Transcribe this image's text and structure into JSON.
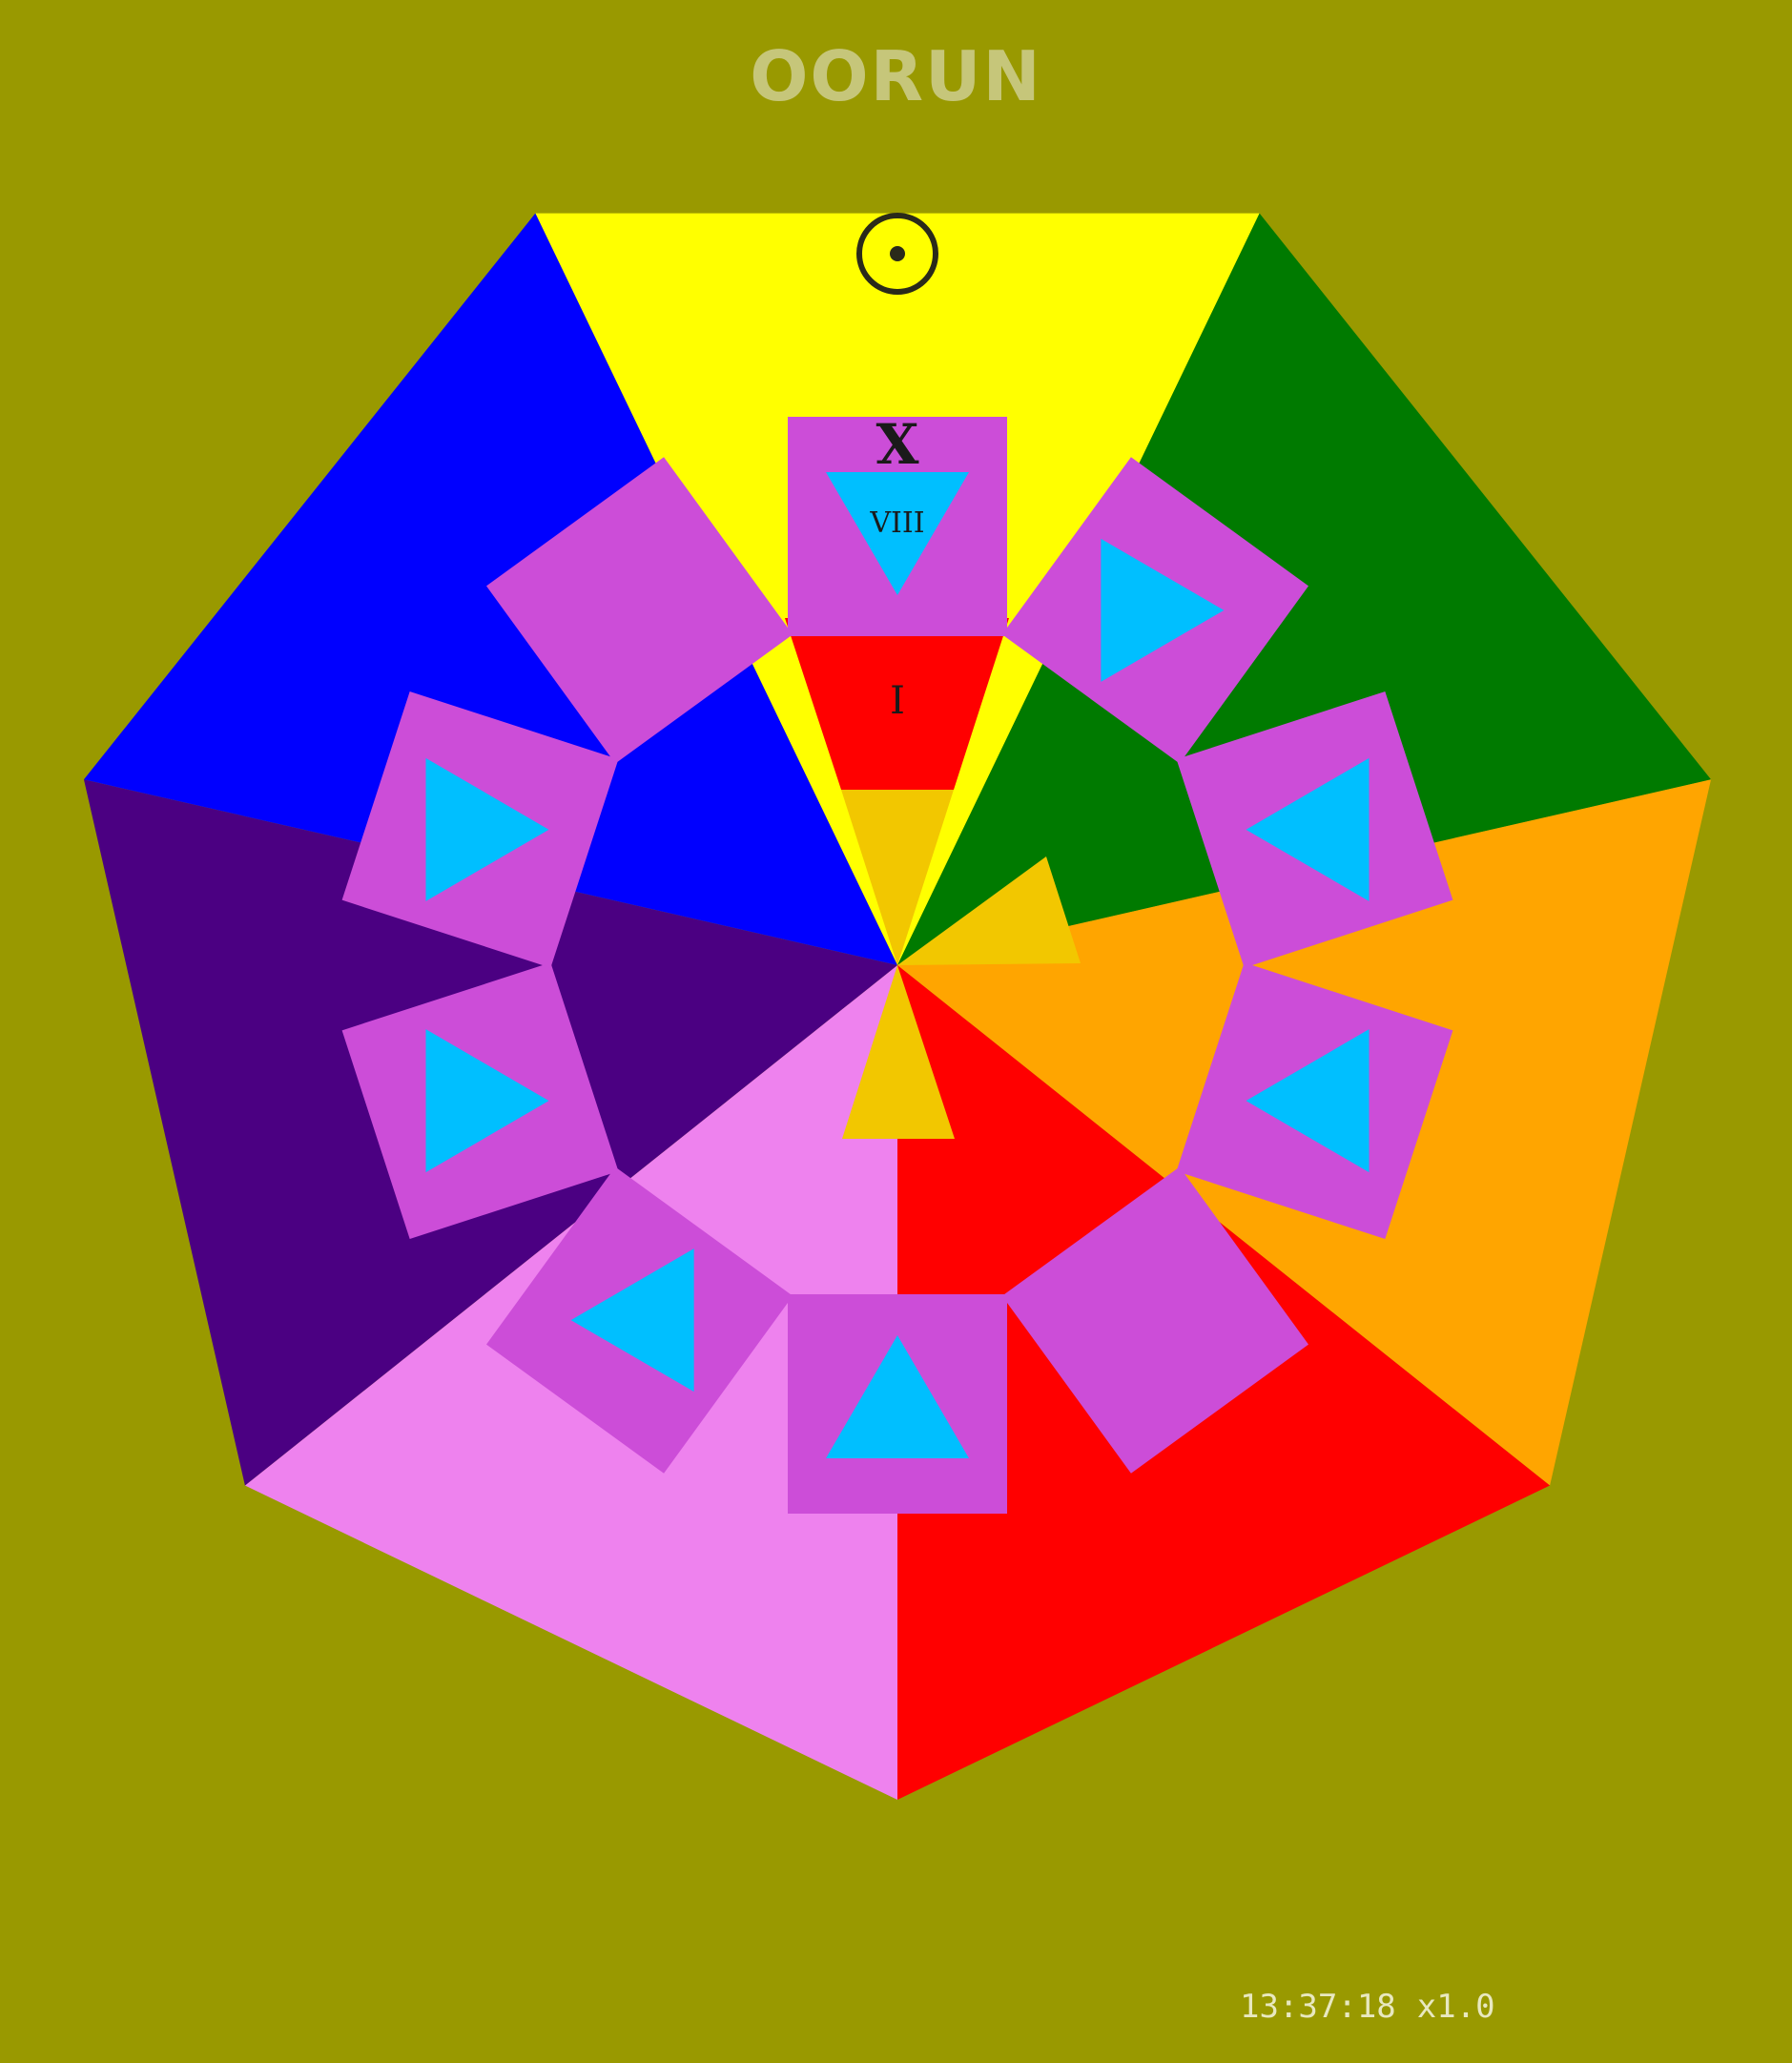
{
  "app": {
    "title": "OORUN"
  },
  "status": {
    "time": "13:37:18",
    "speed": "x1.0"
  },
  "colors": {
    "background": "#999900",
    "title": "#c6c67a",
    "tile": "#cc4dd8",
    "arrow": "#00bfff",
    "hand": "#f2c700",
    "sectors": [
      "#ffff00",
      "#007a00",
      "#ffa500",
      "#ff0000",
      "#ee82ee",
      "#4b0082",
      "#0000ff"
    ]
  },
  "board": {
    "sector_names": [
      "yellow",
      "green",
      "orange",
      "red",
      "violet",
      "indigo",
      "blue"
    ],
    "sun_symbol": "sun-icon",
    "selected_tile": {
      "top_label": "X",
      "inner_label": "VIII"
    },
    "center_label": "I",
    "tiles": [
      {
        "name": "tile-top",
        "arrow": "down",
        "label": "VIII"
      },
      {
        "name": "tile-upper-right",
        "arrow": "right",
        "label": ""
      },
      {
        "name": "tile-right-1",
        "arrow": "left",
        "label": ""
      },
      {
        "name": "tile-right-2",
        "arrow": "left",
        "label": ""
      },
      {
        "name": "tile-lower-right",
        "arrow": "none",
        "label": ""
      },
      {
        "name": "tile-bottom",
        "arrow": "up",
        "label": ""
      },
      {
        "name": "tile-lower-left",
        "arrow": "left",
        "label": ""
      },
      {
        "name": "tile-left-2",
        "arrow": "right",
        "label": ""
      },
      {
        "name": "tile-left-1",
        "arrow": "right",
        "label": ""
      },
      {
        "name": "tile-upper-left",
        "arrow": "none",
        "label": ""
      }
    ]
  }
}
